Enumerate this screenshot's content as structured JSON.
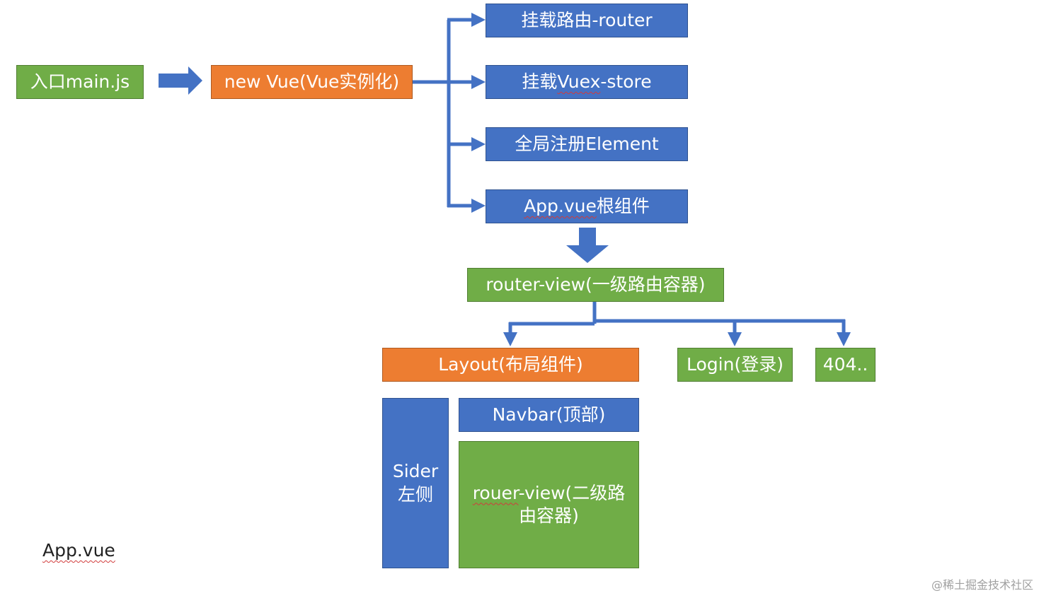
{
  "colors": {
    "green": "#70ad47",
    "orange": "#ed7d31",
    "blue": "#4472c4",
    "connector": "#4472c4"
  },
  "nodes": {
    "entry": "入口main.js",
    "new_vue": "new Vue(Vue实例化)",
    "mount_router": "挂载路由-router",
    "mount_vuex": {
      "prefix": "挂载",
      "underlined": "Vuex",
      "suffix": "-store"
    },
    "register_element": "全局注册Element",
    "app_root": {
      "underlined": "App.vue",
      "suffix": "根组件"
    },
    "router_view_1": "router-view(一级路由容器)",
    "layout": "Layout(布局组件)",
    "login": "Login(登录)",
    "not_found": "404..",
    "sider": {
      "line1": "Sider",
      "line2": "左侧"
    },
    "navbar": "Navbar(顶部)",
    "router_view_2": {
      "underlined": "rouer",
      "suffix": "-view(二级路由容器)"
    }
  },
  "caption": "App.vue",
  "watermark": "@稀土掘金技术社区"
}
